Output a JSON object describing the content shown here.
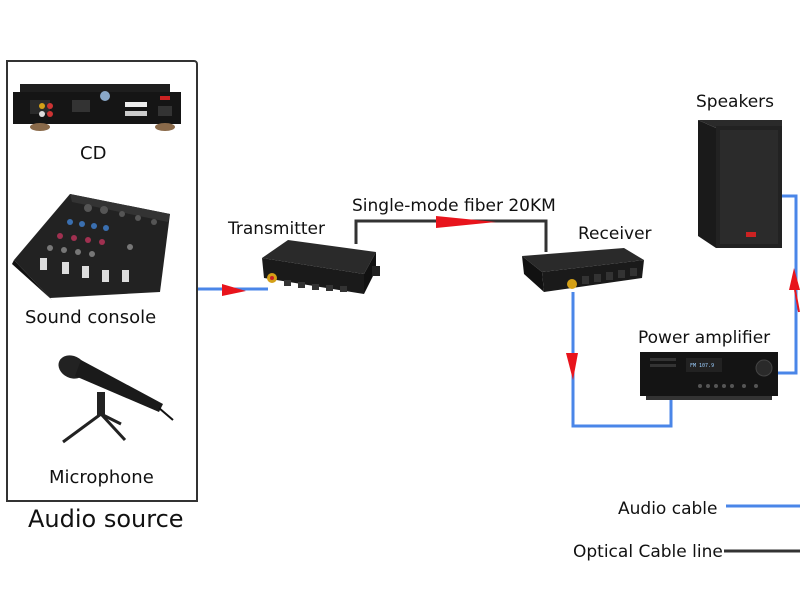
{
  "audio_source": {
    "group_label": "Audio source",
    "items": [
      {
        "label": "CD",
        "icon": "cd-player-icon"
      },
      {
        "label": "Sound console",
        "icon": "mixer-console-icon"
      },
      {
        "label": "Microphone",
        "icon": "microphone-icon"
      }
    ]
  },
  "devices": {
    "transmitter": {
      "label": "Transmitter",
      "icon": "fiber-transmitter-icon"
    },
    "receiver": {
      "label": "Receiver",
      "icon": "fiber-receiver-icon"
    },
    "power_amplifier": {
      "label": "Power amplifier",
      "icon": "amplifier-icon"
    },
    "speakers": {
      "label": "Speakers",
      "icon": "speaker-icon"
    }
  },
  "links": {
    "fiber_label": "Single-mode fiber 20KM"
  },
  "legend": {
    "items": [
      {
        "label": "Audio cable",
        "color": "#4a86e8"
      },
      {
        "label": "Optical Cable line",
        "color": "#333333"
      }
    ]
  },
  "colors": {
    "audio_cable": "#4a86e8",
    "optical_cable": "#333333",
    "arrow": "#e8141c"
  }
}
